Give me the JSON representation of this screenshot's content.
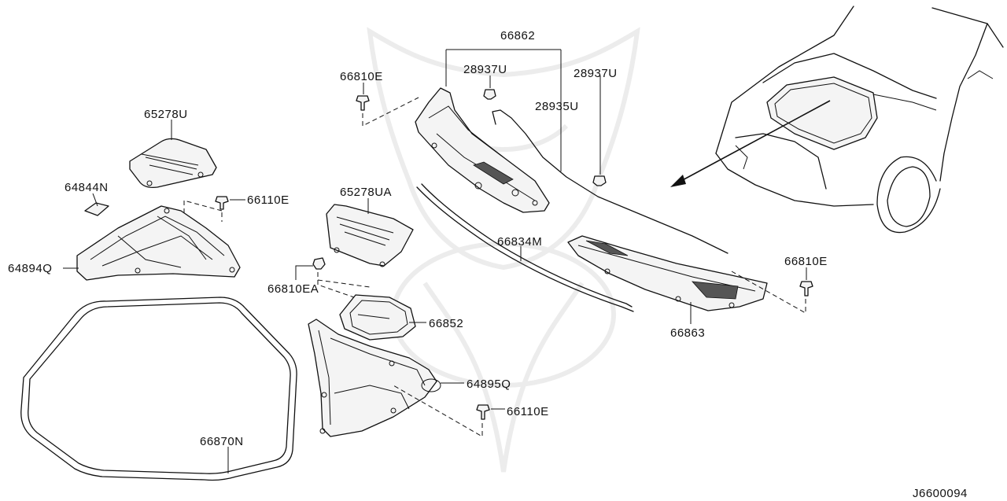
{
  "diagram_id": "J6600094",
  "labels": {
    "p66862": "66862",
    "p28937U_a": "28937U",
    "p28937U_b": "28937U",
    "p28935U": "28935U",
    "p66810E_top": "66810E",
    "p65278U": "65278U",
    "p64844N": "64844N",
    "p66110E_top": "66110E",
    "p64894Q": "64894Q",
    "p65278UA": "65278UA",
    "p66834M": "66834M",
    "p66810E_right": "66810E",
    "p66810EA": "66810EA",
    "p66852": "66852",
    "p66863": "66863",
    "p64895Q": "64895Q",
    "p66110E_bottom": "66110E",
    "p66870N": "66870N"
  }
}
